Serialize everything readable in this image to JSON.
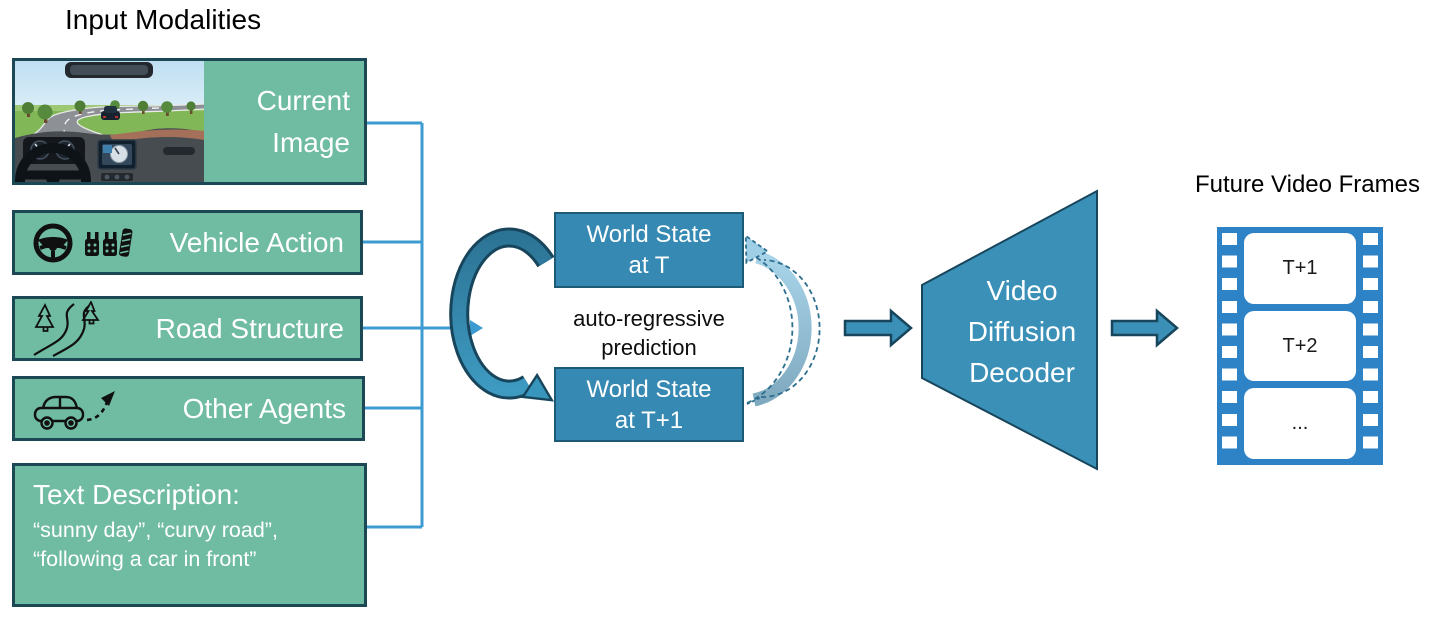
{
  "title": "Input Modalities",
  "inputs": [
    {
      "label": "Current\nImage"
    },
    {
      "label": "Vehicle Action"
    },
    {
      "label": "Road Structure"
    },
    {
      "label": "Other Agents"
    },
    {
      "label": "Text Description:",
      "examples": "“sunny day”, “curvy road”,\n“following a car in front”"
    }
  ],
  "world_model": {
    "state_t": "World State\nat T",
    "state_t1": "World State\nat T+1",
    "process": "auto-regressive\nprediction"
  },
  "decoder": {
    "label": "Video\nDiffusion\nDecoder"
  },
  "output": {
    "title": "Future Video Frames",
    "frames": [
      "T+1",
      "T+2",
      "..."
    ]
  },
  "icons": {
    "current_image": "driving-scene-thumbnail",
    "vehicle_action": [
      "steering-wheel-icon",
      "pedals-icon"
    ],
    "road_structure": [
      "pine-trees-icon",
      "winding-road-icon"
    ],
    "other_agents": [
      "car-icon",
      "trajectory-arrow-icon"
    ],
    "output": "film-strip-icon"
  },
  "colors": {
    "input_box_fill": "#6FBCA3",
    "input_box_border": "#1C4855",
    "state_box_fill": "#3589B2",
    "state_box_border": "#1D5A75",
    "connector_blue": "#3D9BD1",
    "arrow_teal": "#3B90B8",
    "arrow_border": "#17455C",
    "solid_loop_dark": "#2C7495",
    "solid_loop_light": "#3E9AC1",
    "dashed_arrow_fill": "#9FCFE6",
    "dashed_arrow_edge": "#2C6E8E",
    "film_strip_blue": "#2E82C6"
  }
}
